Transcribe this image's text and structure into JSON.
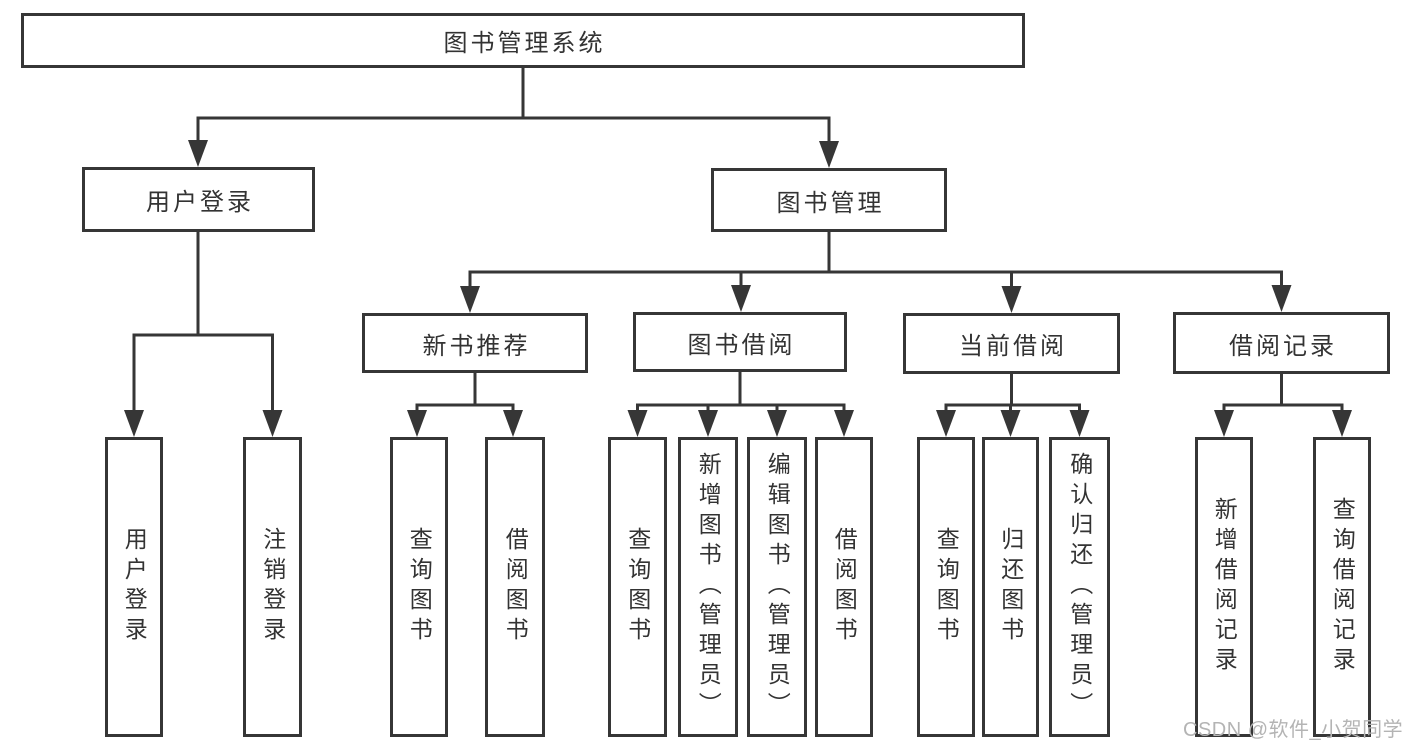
{
  "diagram": {
    "root": "图书管理系统",
    "level2": [
      {
        "label": "用户登录",
        "children": [
          "用户登录",
          "注销登录"
        ]
      },
      {
        "label": "图书管理",
        "children": [
          {
            "label": "新书推荐",
            "children": [
              "查询图书",
              "借阅图书"
            ]
          },
          {
            "label": "图书借阅",
            "children": [
              "查询图书",
              "新增图书（管理员）",
              "编辑图书（管理员）",
              "借阅图书"
            ]
          },
          {
            "label": "当前借阅",
            "children": [
              "查询图书",
              "归还图书",
              "确认归还（管理员）"
            ]
          },
          {
            "label": "借阅记录",
            "children": [
              "新增借阅记录",
              "查询借阅记录"
            ]
          }
        ]
      }
    ]
  },
  "watermark": {
    "text": "CSDN @软件_小贺同学"
  },
  "colors": {
    "line": "#363636",
    "text": "#333333",
    "background": "#ffffff",
    "watermark": "#b4b4b4"
  }
}
